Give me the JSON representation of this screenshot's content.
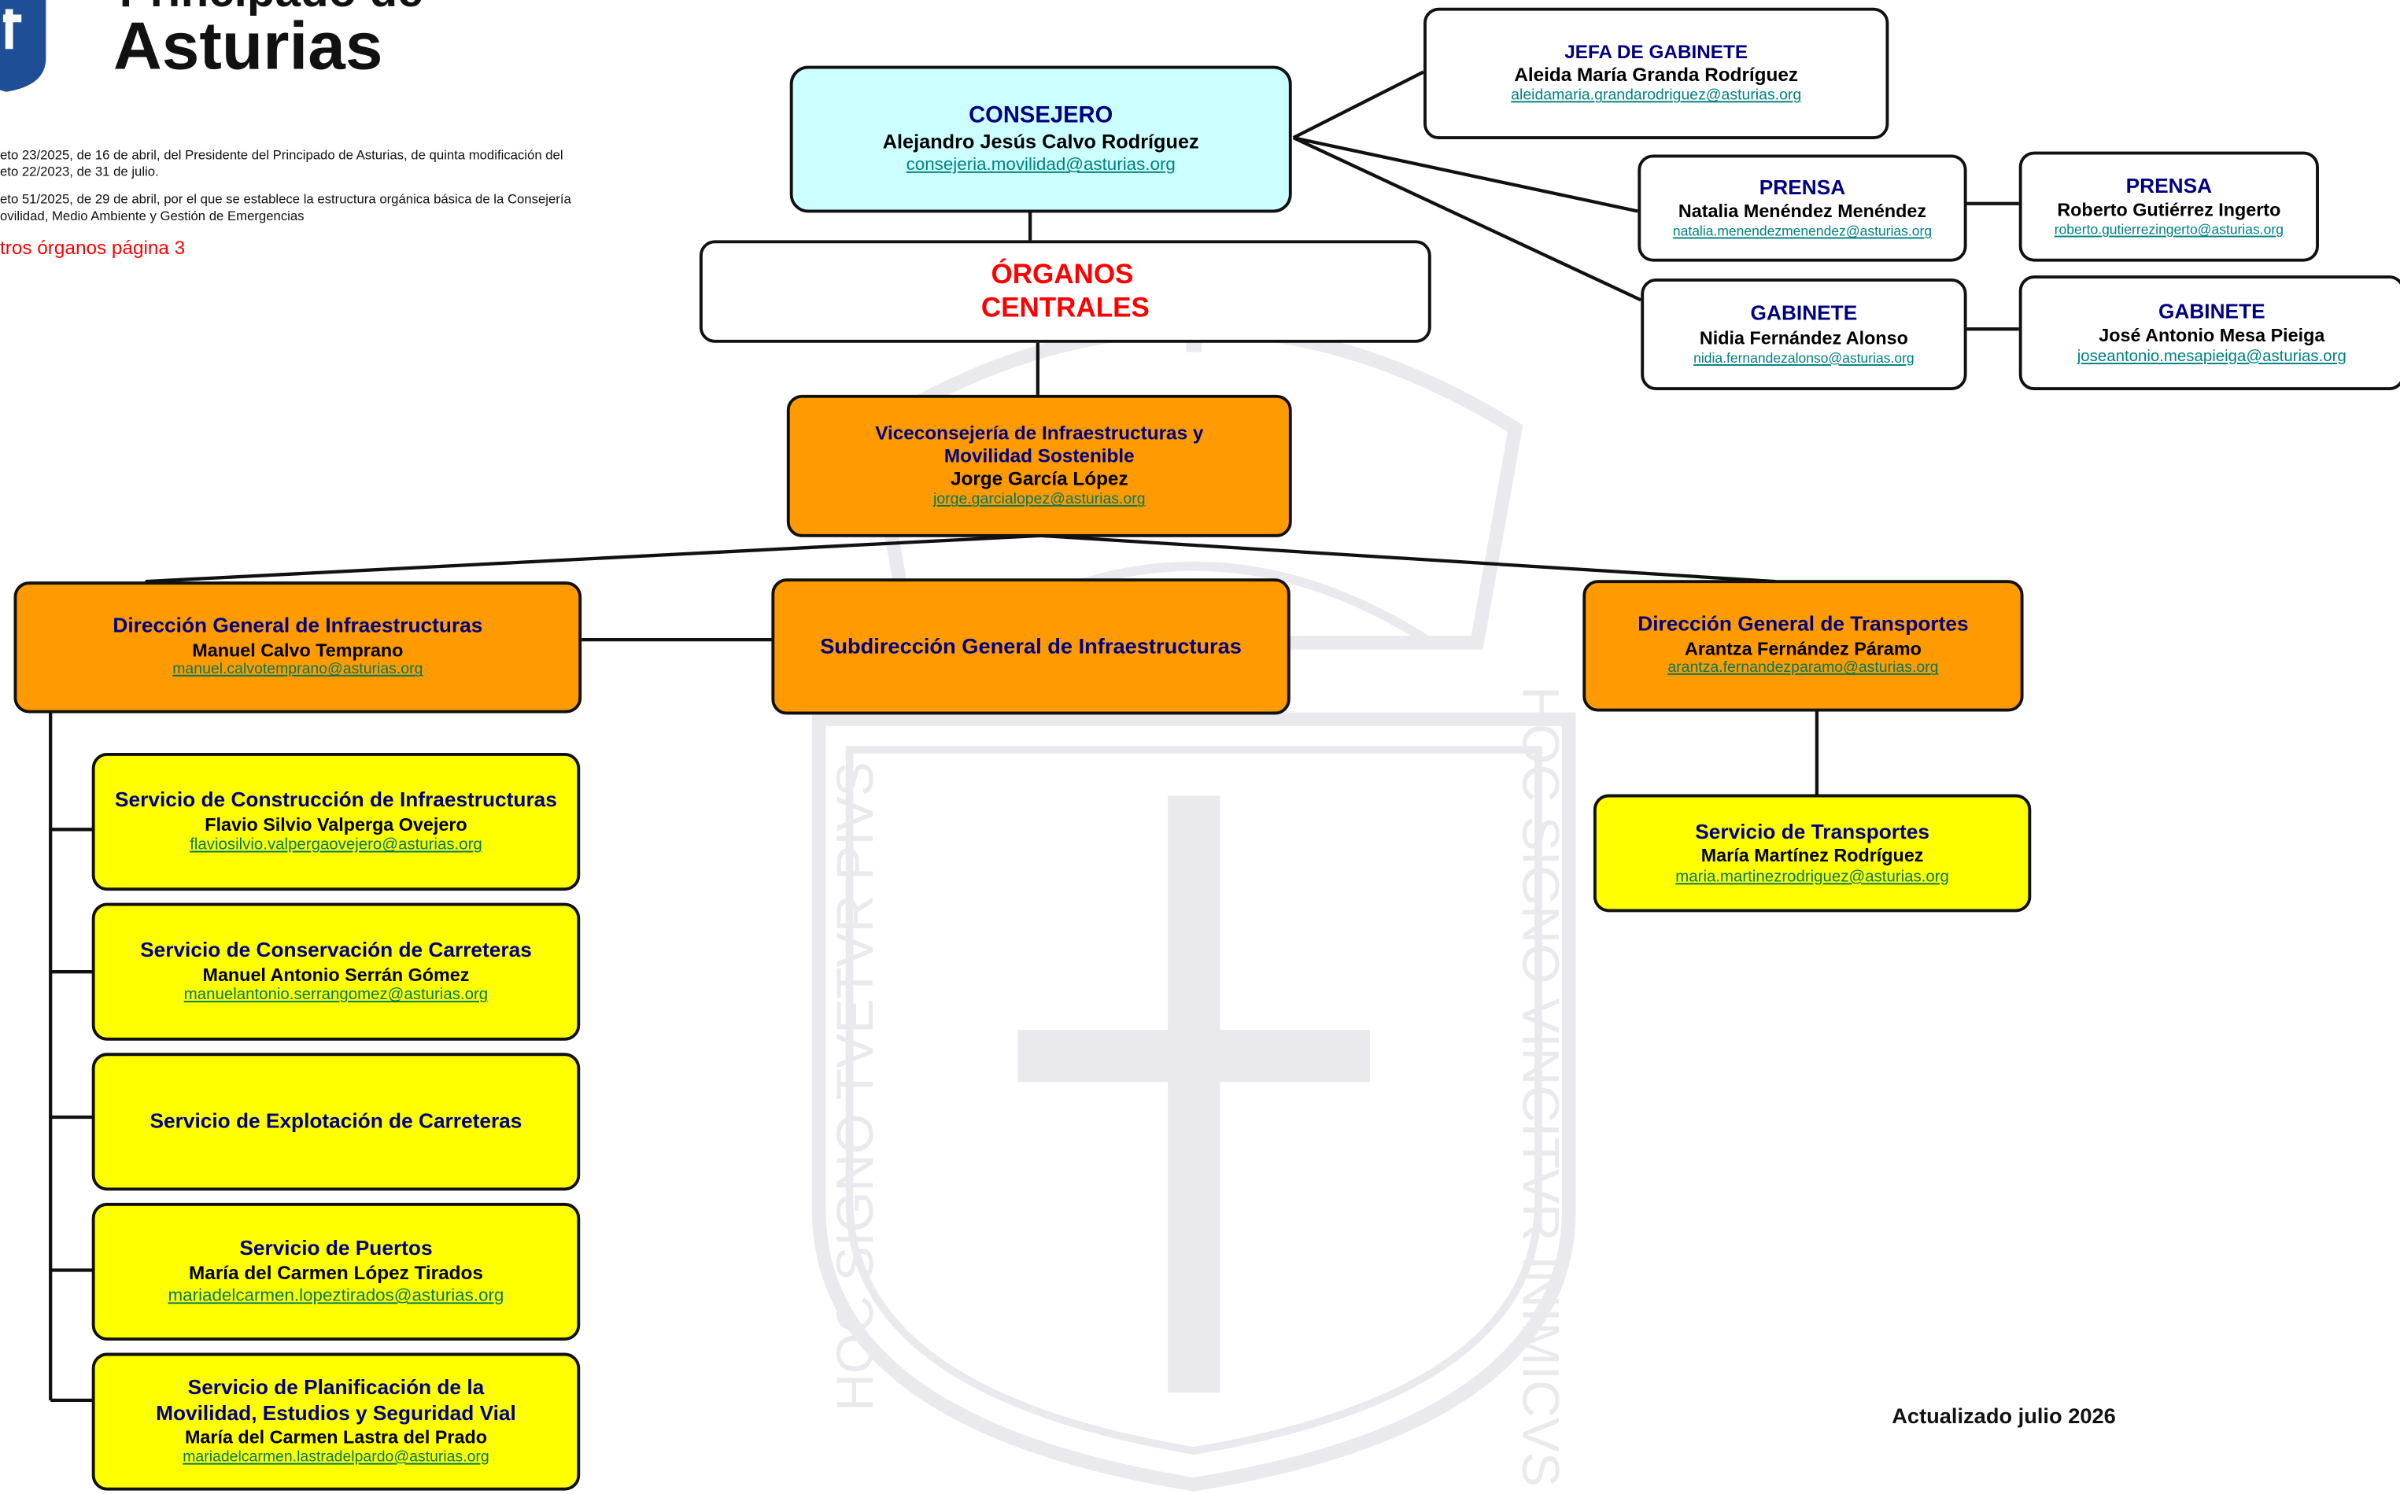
{
  "header": {
    "logo_line1": "Principado de",
    "logo_line2": "Asturias",
    "decree1_line1": "eto 23/2025, de 16 de abril, del Presidente del Principado de Asturias, de quinta modificación del",
    "decree1_line2": "eto 22/2023, de 31 de julio.",
    "decree2_line1": "eto 51/2025, de 29 de abril, por el que se establece la estructura orgánica básica de la Consejería",
    "decree2_line2": "ovilidad, Medio Ambiente y Gestión de Emergencias",
    "other_organs_link": "tros órganos página 3"
  },
  "consejero": {
    "title": "CONSEJERO",
    "name": "Alejandro Jesús Calvo Rodríguez",
    "email": "consejeria.movilidad@asturias.org"
  },
  "jefa_gabinete": {
    "title": "JEFA DE GABINETE",
    "name": "Aleida María Granda Rodríguez",
    "email": "aleidamaria.grandarodriguez@asturias.org"
  },
  "prensa_1": {
    "title": "PRENSA",
    "name": "Natalia Menéndez Menéndez",
    "email": "natalia.menendezmenendez@asturias.org"
  },
  "prensa_2": {
    "title": "PRENSA",
    "name": "Roberto Gutiérrez Ingerto",
    "email": "roberto.gutierrezingerto@asturias.org"
  },
  "gabinete_1": {
    "title": "GABINETE",
    "name": "Nidia Fernández Alonso",
    "email": "nidia.fernandezalonso@asturias.org"
  },
  "gabinete_2": {
    "title": "GABINETE",
    "name": "José Antonio Mesa Pieiga",
    "email": "joseantonio.mesapieiga@asturias.org"
  },
  "organos": {
    "line1": "ÓRGANOS",
    "line2": "CENTRALES"
  },
  "viceconsejeria": {
    "title_line1": "Viceconsejería de Infraestructuras y",
    "title_line2": "Movilidad Sostenible",
    "name": "Jorge García López",
    "email": "jorge.garcialopez@asturias.org"
  },
  "dg_infraestructuras": {
    "title": "Dirección General de Infraestructuras",
    "name": "Manuel Calvo Temprano",
    "email": "manuel.calvotemprano@asturias.org"
  },
  "subdireccion": {
    "title": "Subdirección General de Infraestructuras"
  },
  "dg_transportes": {
    "title": "Dirección General de Transportes",
    "name": "Arantza Fernández Páramo",
    "email": "arantza.fernandezparamo@asturias.org"
  },
  "servicio_transportes": {
    "title": "Servicio de Transportes",
    "name": "María Martínez Rodríguez",
    "email": "maria.martinezrodriguez@asturias.org"
  },
  "servicios": [
    {
      "title_line1": "Servicio de Construcción de Infraestructuras",
      "title_line2": "",
      "name": "Flavio Silvio Valperga Ovejero",
      "email": "flaviosilvio.valpergaovejero@asturias.org"
    },
    {
      "title_line1": "Servicio de Conservación de Carreteras",
      "title_line2": "",
      "name": "Manuel Antonio Serrán Gómez",
      "email": "manuelantonio.serrangomez@asturias.org"
    },
    {
      "title_line1": "Servicio de Explotación de Carreteras",
      "title_line2": "",
      "name": "",
      "email": ""
    },
    {
      "title_line1": "Servicio de Puertos",
      "title_line2": "",
      "name": "María del Carmen López Tirados",
      "email": "mariadelcarmen.lopeztirados@asturias.org"
    },
    {
      "title_line1": "Servicio de Planificación de la",
      "title_line2": "Movilidad, Estudios y Seguridad Vial",
      "name": "María del Carmen Lastra del Prado",
      "email": "mariadelcarmen.lastradelpardo@asturias.org"
    }
  ],
  "watermark": {
    "motto_left": "HOC SIGNO TVETVR PIVS",
    "motto_right": "HOC SIGNO VINCITVR INIMICVS"
  },
  "footer": {
    "updated": "Actualizado julio 2026"
  }
}
